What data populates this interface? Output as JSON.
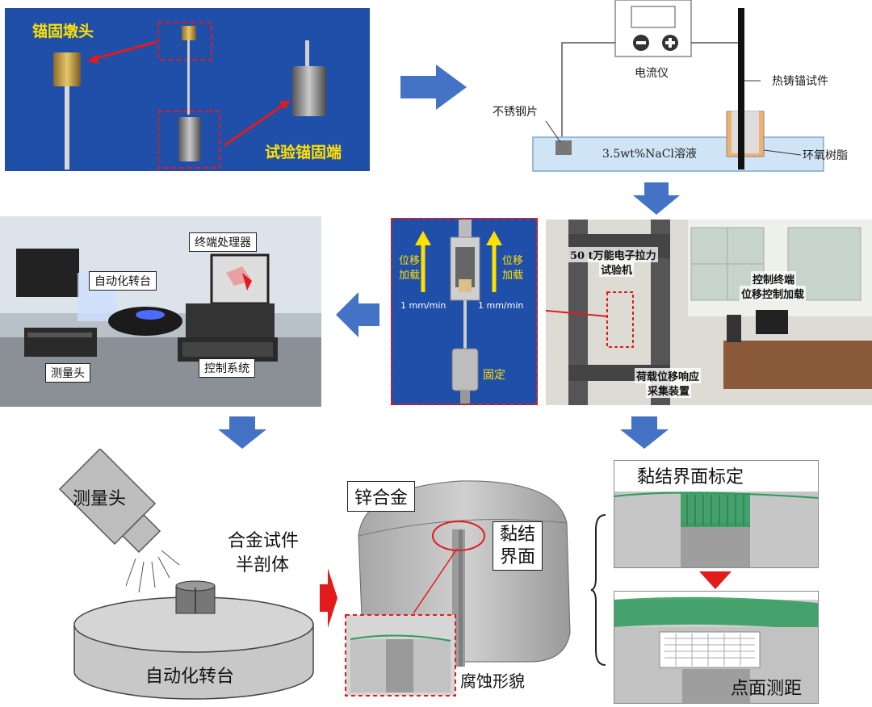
{
  "photo_anchor": {
    "label_anchor_head": "锚固墩头",
    "label_test_end": "试验锚固端"
  },
  "corrosion_setup": {
    "ammeter": "电流仪",
    "stainless": "不锈钢片",
    "specimen": "热铸锚试件",
    "solution": "3.5wt%NaCl溶液",
    "epoxy": "环氧树脂"
  },
  "tensile_closeup": {
    "disp_left": "位移",
    "load_left": "加载",
    "disp_right": "位移",
    "load_right": "加载",
    "rate_left": "1 mm/min",
    "rate_right": "1 mm/min",
    "fixed": "固定"
  },
  "tensile_machine": {
    "machine_line1": "50 t万能电子拉力",
    "machine_line2": "试验机",
    "terminal_line1": "控制终端",
    "terminal_line2": "位移控制加载",
    "acq_line1": "荷载位移响应",
    "acq_line2": "采集装置"
  },
  "scanner_photo": {
    "terminal": "终端处理器",
    "turntable": "自动化转台",
    "head": "测量头",
    "control": "控制系统"
  },
  "scan_schematic": {
    "head": "测量头",
    "specimen_line1": "合金试件",
    "specimen_line2": "半剖体",
    "turntable": "自动化转台"
  },
  "model_view": {
    "zinc": "锌合金",
    "bond_line1": "黏结",
    "bond_line2": "界面",
    "corrosion": "腐蚀形貌"
  },
  "analysis": {
    "calib": "黏结界面标定",
    "measure": "点面测距"
  },
  "colors": {
    "arrow_blue": "#4472c4",
    "red_accent": "#e31b1b",
    "photo_bg": "#1f4fa8",
    "green_interface": "#2e9a5a"
  }
}
